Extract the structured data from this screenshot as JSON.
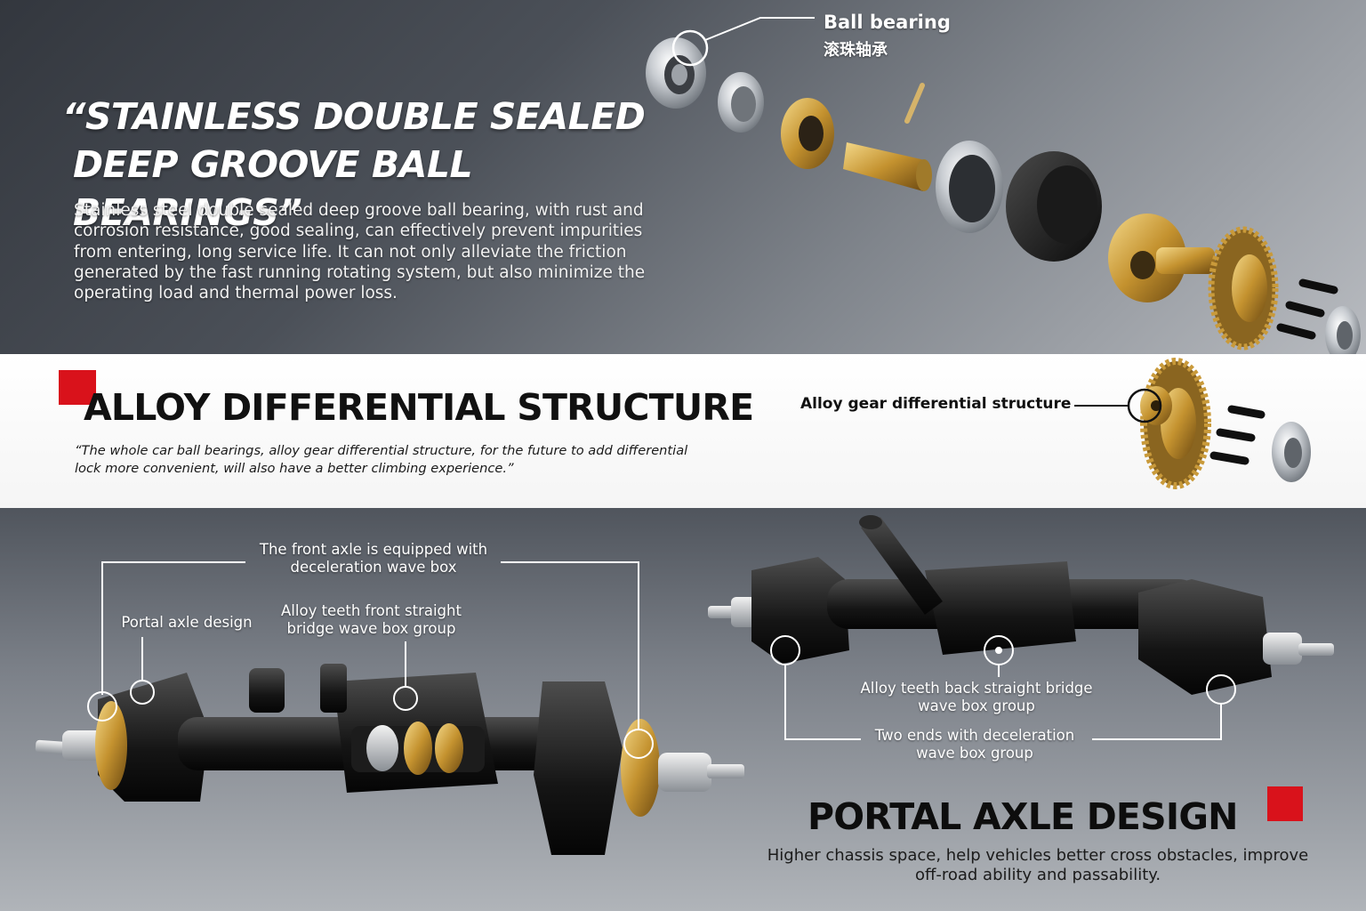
{
  "bearings_section": {
    "title_line1": "“STAINLESS DOUBLE SEALED",
    "title_line2": "DEEP GROOVE BALL BEARINGS”",
    "body": "Stainless steel double sealed deep groove ball bearing, with rust and corrosion resistance, good sealing, can effectively prevent impurities from entering, long service life. It can not only alleviate the friction generated by the fast running rotating system, but also minimize the operating load and thermal power loss.",
    "callout_en": "Ball bearing",
    "callout_cn": "滚珠轴承"
  },
  "differential_section": {
    "title": "ALLOY DIFFERENTIAL STRUCTURE",
    "quote": "“The whole car ball bearings, alloy gear differential structure, for the future to add differential lock more convenient, will also have a better climbing experience.”",
    "callout": "Alloy gear differential structure"
  },
  "portal_section": {
    "annotations": {
      "front_axle": "The front axle is equipped with deceleration wave box",
      "portal_axle": "Portal axle design",
      "alloy_front": "Alloy teeth front straight bridge wave box group",
      "alloy_back": "Alloy teeth back straight bridge wave box group",
      "two_ends": "Two ends with deceleration wave box group"
    },
    "title": "PORTAL AXLE DESIGN",
    "body": "Higher chassis space, help vehicles better cross obstacles, improve off-road ability and passability."
  },
  "colors": {
    "accent_red": "#d9121b",
    "brass": "#c99a3a",
    "steel": "#c9cdd2",
    "black_part": "#141414"
  }
}
